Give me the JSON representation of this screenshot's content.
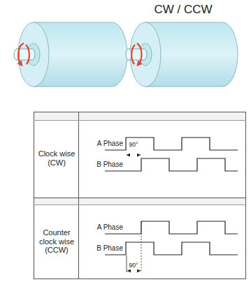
{
  "diagram": {
    "title": "CW / CCW",
    "labels": [
      "Clock wise (CW)",
      "A Phase",
      "B Phase",
      "90°",
      "Counter clock wise (CCW)",
      "A Phase",
      "B Phase",
      "90°"
    ]
  }
}
